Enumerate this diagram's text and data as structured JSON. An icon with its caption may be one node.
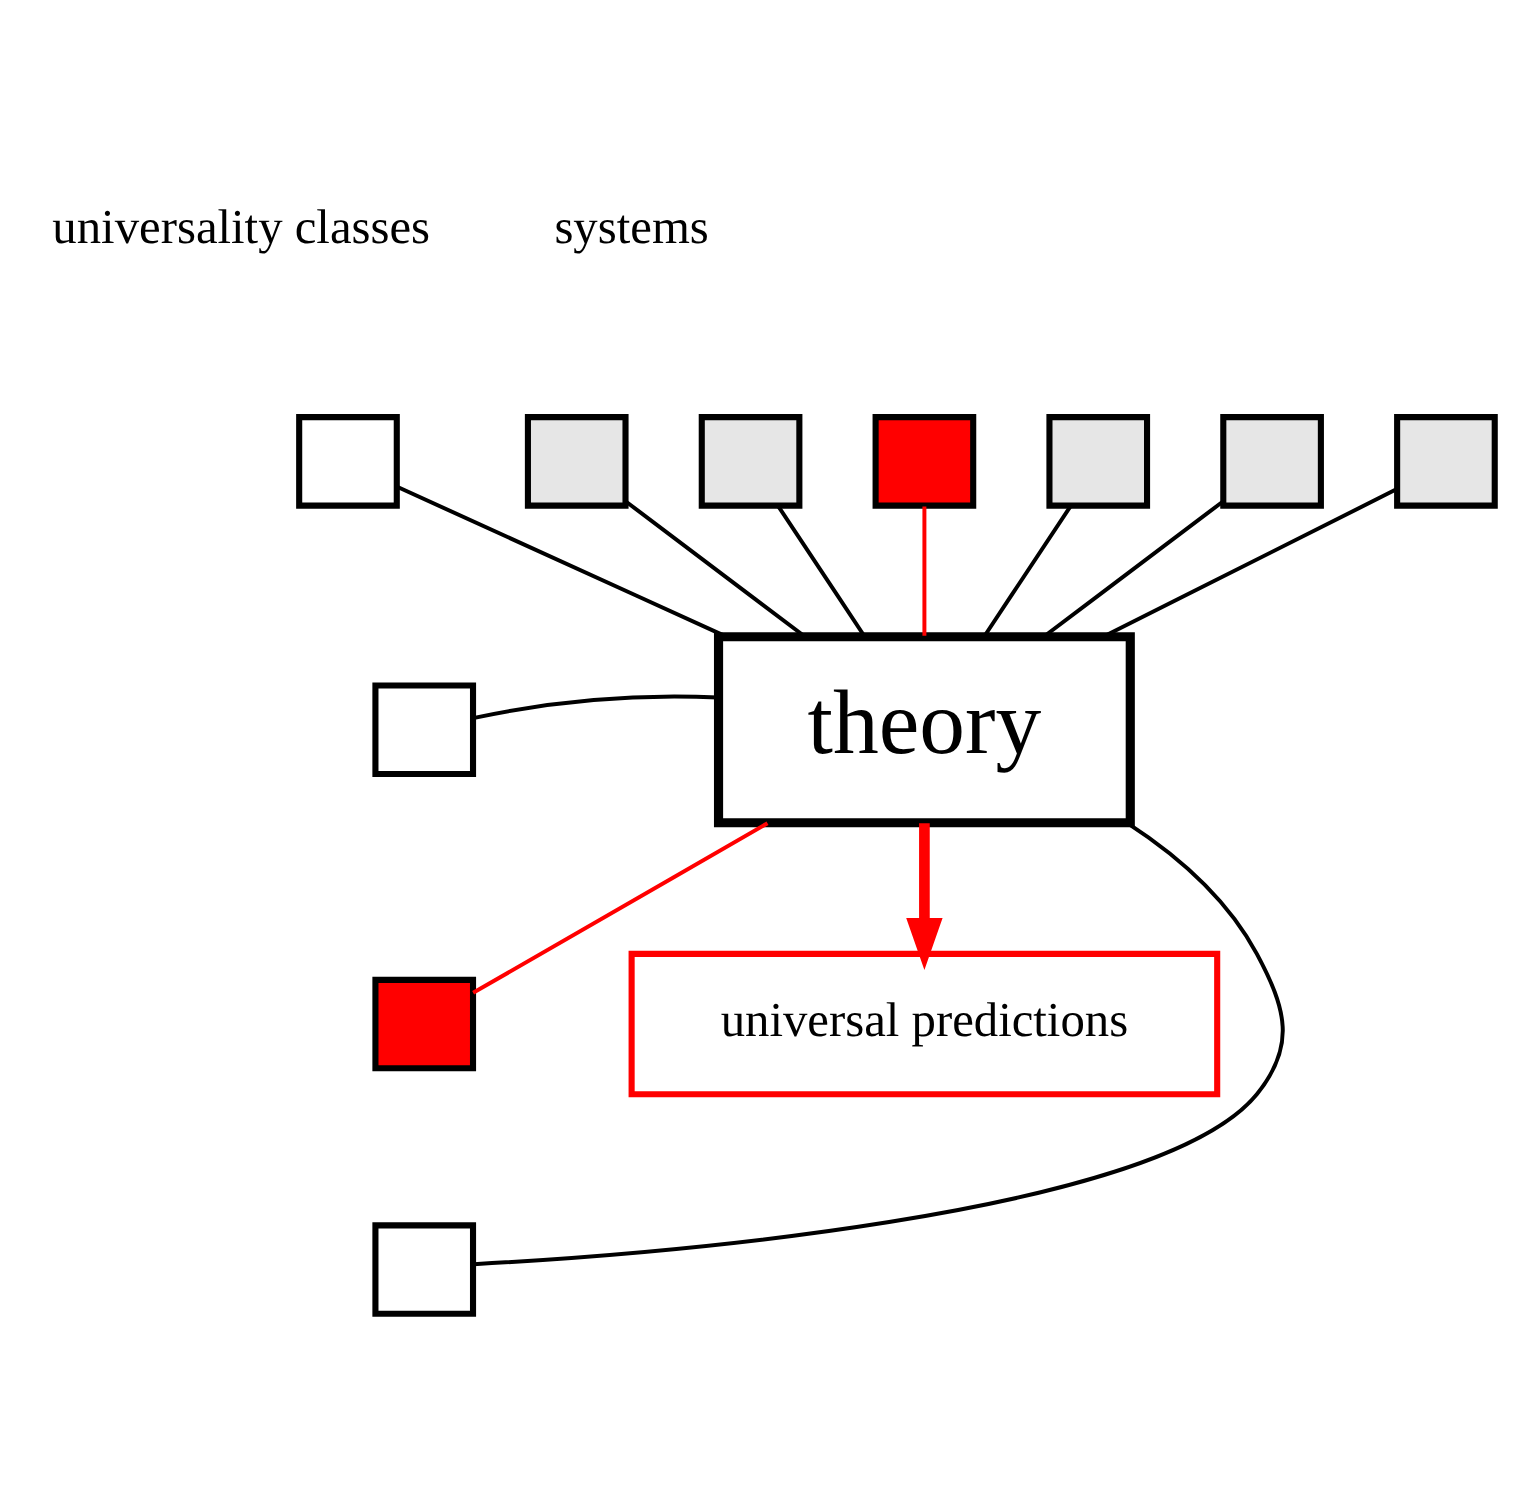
{
  "diagram": {
    "nodes": [
      {
        "text": [],
        "shape": "box"
      },
      {
        "text": [],
        "shape": "box"
      },
      {
        "text": [],
        "shape": "box"
      },
      {
        "text": [],
        "shape": "box"
      },
      {
        "text": [],
        "shape": "box"
      },
      {
        "text": [],
        "shape": "box"
      },
      {
        "text": [
          "theory"
        ]
      },
      {
        "text": [],
        "shape": "box"
      },
      {
        "text": [],
        "shape": "box"
      },
      {
        "text": [],
        "shape": "box"
      },
      {
        "text": [],
        "shape": "box"
      },
      {
        "text": [
          "universal predictions"
        ]
      }
    ],
    "edges": [
      {
        "from": 0,
        "to": 6,
        "arrow": "none"
      },
      {
        "from": 1,
        "to": 6,
        "arrow": "none"
      },
      {
        "from": 2,
        "to": 6,
        "arrow": "none",
        "color": "#ff0000"
      },
      {
        "from": 3,
        "to": 6,
        "arrow": "none"
      },
      {
        "from": 4,
        "to": 6,
        "arrow": "none"
      },
      {
        "from": 5,
        "to": 6,
        "arrow": "none"
      },
      {
        "from": 7,
        "to": 6,
        "arrow": "none"
      },
      {
        "from": 8,
        "to": 6,
        "arrow": "none"
      },
      {
        "from": 9,
        "to": 6,
        "arrow": "none",
        "color": "#ff0000"
      },
      {
        "from": 10,
        "to": 6,
        "arrow": "none"
      },
      {
        "from": 6,
        "to": 11,
        "arrow": "to",
        "style": "thick",
        "color": "#ff0000"
      }
    ],
    "labels": [
      "systems",
      "universality classes"
    ]
  }
}
